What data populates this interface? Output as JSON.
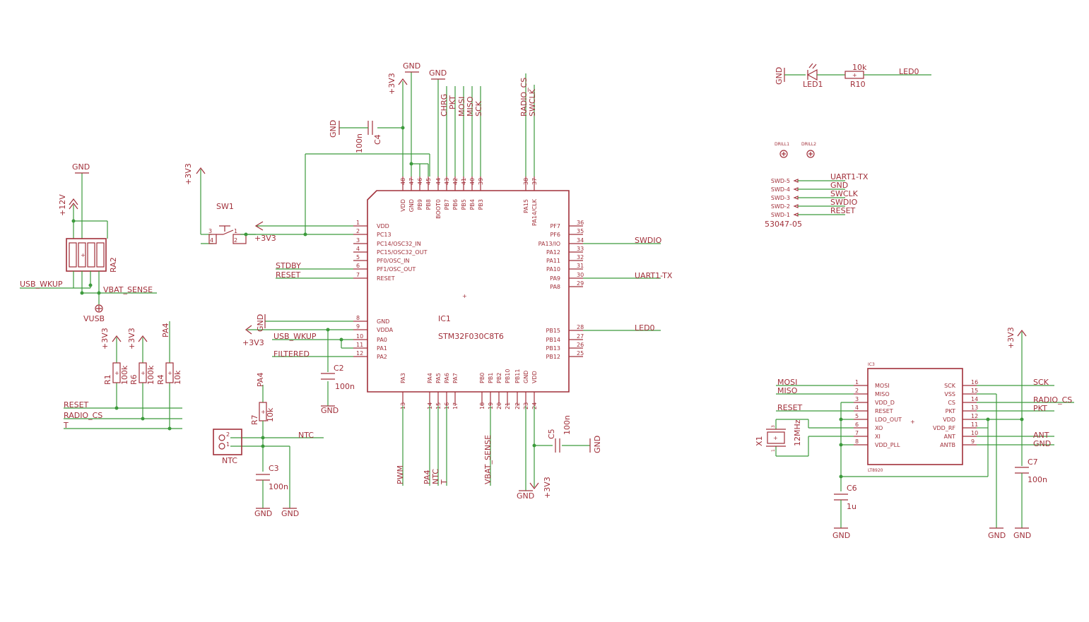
{
  "ic1": {
    "name": "IC1",
    "value": "STM32F030C8T6",
    "left_pins": [
      {
        "num": "1",
        "name": "VDD"
      },
      {
        "num": "2",
        "name": "PC13"
      },
      {
        "num": "3",
        "name": "PC14/OSC32_IN"
      },
      {
        "num": "4",
        "name": "PC15/OSC32_OUT"
      },
      {
        "num": "5",
        "name": "PF0/OSC_IN"
      },
      {
        "num": "6",
        "name": "PF1/OSC_OUT"
      },
      {
        "num": "7",
        "name": "RESET"
      },
      {
        "num": "8",
        "name": "GND"
      },
      {
        "num": "9",
        "name": "VDDA"
      },
      {
        "num": "10",
        "name": "PA0"
      },
      {
        "num": "11",
        "name": "PA1"
      },
      {
        "num": "12",
        "name": "PA2"
      }
    ],
    "right_pins": [
      {
        "num": "36",
        "name": "PF7"
      },
      {
        "num": "35",
        "name": "PF6"
      },
      {
        "num": "34",
        "name": "PA13/IO"
      },
      {
        "num": "33",
        "name": "PA12"
      },
      {
        "num": "32",
        "name": "PA11"
      },
      {
        "num": "31",
        "name": "PA10"
      },
      {
        "num": "30",
        "name": "PA9"
      },
      {
        "num": "29",
        "name": "PA8"
      },
      {
        "num": "28",
        "name": "PB15"
      },
      {
        "num": "27",
        "name": "PB14"
      },
      {
        "num": "26",
        "name": "PB13"
      },
      {
        "num": "25",
        "name": "PB12"
      }
    ],
    "top_pins": [
      {
        "num": "48",
        "name": "VDD"
      },
      {
        "num": "47",
        "name": "GND"
      },
      {
        "num": "46",
        "name": "PB9"
      },
      {
        "num": "45",
        "name": "PB8"
      },
      {
        "num": "44",
        "name": "BOOT0"
      },
      {
        "num": "43",
        "name": "PB7"
      },
      {
        "num": "42",
        "name": "PB6"
      },
      {
        "num": "41",
        "name": "PB5"
      },
      {
        "num": "40",
        "name": "PB4"
      },
      {
        "num": "39",
        "name": "PB3"
      },
      {
        "num": "38",
        "name": "PA15"
      },
      {
        "num": "37",
        "name": "PA14/CLK"
      }
    ],
    "bottom_pins": [
      {
        "num": "13",
        "name": "PA3"
      },
      {
        "num": "14",
        "name": "PA4"
      },
      {
        "num": "15",
        "name": "PA5"
      },
      {
        "num": "16",
        "name": "PA6"
      },
      {
        "num": "17",
        "name": "PA7"
      },
      {
        "num": "18",
        "name": "PB0"
      },
      {
        "num": "19",
        "name": "PB1"
      },
      {
        "num": "20",
        "name": "PB2"
      },
      {
        "num": "21",
        "name": "PB10"
      },
      {
        "num": "22",
        "name": "PB11"
      },
      {
        "num": "23",
        "name": "GND"
      },
      {
        "num": "24",
        "name": "VDD"
      }
    ]
  },
  "ic3": {
    "name": "IC3",
    "value": "LT8920",
    "left_pins": [
      {
        "num": "1",
        "name": "MOSI"
      },
      {
        "num": "2",
        "name": "MISO"
      },
      {
        "num": "3",
        "name": "VDD_D"
      },
      {
        "num": "4",
        "name": "RESET"
      },
      {
        "num": "5",
        "name": "LDO_OUT"
      },
      {
        "num": "6",
        "name": "XO"
      },
      {
        "num": "7",
        "name": "XI"
      },
      {
        "num": "8",
        "name": "VDD_PLL"
      }
    ],
    "right_pins": [
      {
        "num": "16",
        "name": "SCK"
      },
      {
        "num": "15",
        "name": "VSS"
      },
      {
        "num": "14",
        "name": "CS"
      },
      {
        "num": "13",
        "name": "PKT"
      },
      {
        "num": "12",
        "name": "VDD"
      },
      {
        "num": "11",
        "name": "VDD_RF"
      },
      {
        "num": "10",
        "name": "ANT"
      },
      {
        "num": "9",
        "name": "ANTB"
      }
    ],
    "plus": "+"
  },
  "nets": {
    "gnd": "GND",
    "v3": "+3V3",
    "v12": "+12V",
    "vusb": "VUSB",
    "usb_wkup": "USB_WKUP",
    "vbat_sense": "VBAT_SENSE",
    "reset": "RESET",
    "radio_cs": "RADIO_CS",
    "t": "T",
    "pa4": "PA4",
    "ntc": "NTC",
    "stdby": "STDBY",
    "filtered": "FILTERED",
    "swdio": "SWDIO",
    "uart1_tx": "UART1-TX",
    "led0": "LED0",
    "pwm": "PWM",
    "chrg": "CHRG",
    "pkt": "PKT",
    "mosi": "MOSI",
    "miso": "MISO",
    "sck": "SCK",
    "swclk": "SWCLK",
    "ant": "ANT"
  },
  "parts": {
    "r1": {
      "name": "R1",
      "value": "100k"
    },
    "r6": {
      "name": "R6",
      "value": "100k"
    },
    "r4": {
      "name": "R4",
      "value": "10k"
    },
    "r7": {
      "name": "R7",
      "value": "10k"
    },
    "r10": {
      "name": "R10",
      "value": "10k"
    },
    "ra2": {
      "name": "RA2"
    },
    "c2": {
      "name": "C2",
      "value": "100n"
    },
    "c3": {
      "name": "C3",
      "value": "100n"
    },
    "c4": {
      "name": "C4",
      "value": "100n"
    },
    "c5": {
      "name": "C5",
      "value": "100n"
    },
    "c6": {
      "name": "C6",
      "value": "1u"
    },
    "c7": {
      "name": "C7",
      "value": "100n"
    },
    "sw1": {
      "name": "SW1",
      "pins": [
        "3",
        "4",
        "1",
        "2"
      ]
    },
    "ntc": {
      "name": "NTC",
      "pins": [
        "2",
        "1"
      ]
    },
    "led1": {
      "name": "LED1"
    },
    "x1": {
      "name": "X1",
      "value": "12MHz",
      "pins": [
        "3",
        "1"
      ]
    },
    "drill1": {
      "name": "DRILL1"
    },
    "drill2": {
      "name": "DRILL2"
    },
    "swd": {
      "name": "53047-05",
      "pins": [
        {
          "label": "SWD-5",
          "net": "UART1-TX"
        },
        {
          "label": "SWD-4",
          "net": "GND"
        },
        {
          "label": "SWD-3",
          "net": "SWCLK"
        },
        {
          "label": "SWD-2",
          "net": "SWDIO"
        },
        {
          "label": "SWD-1",
          "net": "RESET"
        }
      ]
    }
  }
}
